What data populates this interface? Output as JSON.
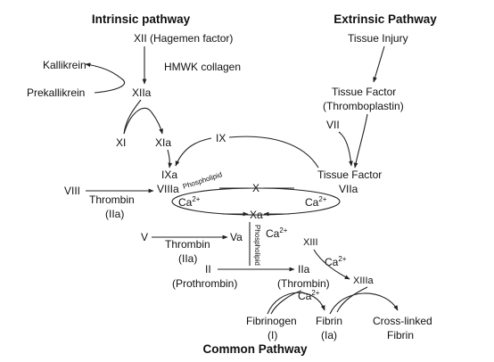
{
  "headers": {
    "intrinsic": "Intrinsic pathway",
    "extrinsic": "Extrinsic Pathway",
    "common": "Common Pathway"
  },
  "intrinsic": {
    "factor_xii": "XII (Hagemen factor)",
    "kallikrein": "Kallikrein",
    "hmwk": "HMWK collagen",
    "prekallikrein": "Prekallikrein",
    "factor_xiia": "XIIa",
    "factor_xi": "XI",
    "factor_xia": "XIa",
    "factor_ix": "IX",
    "factor_ixa": "IXa",
    "factor_viii": "VIII",
    "factor_viiia": "VIIIa",
    "thrombin_1": "Thrombin",
    "thrombin_1_sub": "(IIa)"
  },
  "extrinsic": {
    "tissue_injury": "Tissue Injury",
    "tissue_factor_1": "Tissue Factor",
    "thromboplastin": "(Thromboplastin)",
    "factor_vii": "VII",
    "tissue_factor_2": "Tissue Factor",
    "factor_viia": "VIIa"
  },
  "common": {
    "factor_x": "X",
    "ca_left": "Ca",
    "ca_right": "Ca",
    "ca_mid": "Ca",
    "ca_xiii": "Ca",
    "ca_fibrin": "Ca",
    "charge": "2+",
    "factor_xa": "Xa",
    "factor_v": "V",
    "thrombin_2": "Thrombin",
    "thrombin_2_sub": "(IIa)",
    "factor_va": "Va",
    "factor_ii": "II",
    "prothrombin": "(Prothrombin)",
    "factor_iia": "IIa",
    "thrombin_3": "(Thrombin)",
    "factor_xiii": "XIII",
    "factor_xiiia": "XIIIa",
    "fibrinogen": "Fibrinogen",
    "fibrinogen_sub": "(I)",
    "fibrin": "Fibrin",
    "fibrin_sub": "(Ia)",
    "crosslinked": "Cross-linked",
    "crosslinked_2": "Fibrin",
    "phospholipid_1": "Phospholipid",
    "phospholipid_2": "Phospholipid"
  }
}
